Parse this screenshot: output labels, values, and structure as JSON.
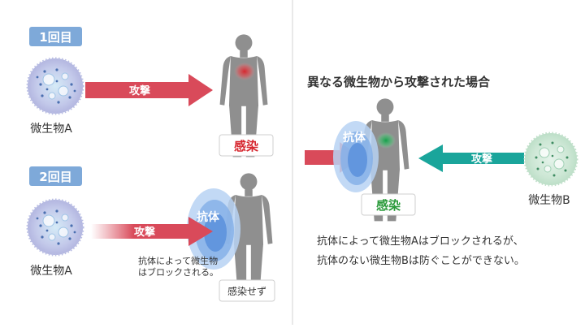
{
  "first": {
    "badge": "1回目",
    "attack": "攻撃",
    "microbe": "微生物A",
    "result": "感染"
  },
  "second": {
    "badge": "2回目",
    "attack": "攻撃",
    "antibody": "抗体",
    "microbe": "微生物A",
    "note_line1": "抗体によって微生物",
    "note_line2": "はブロックされる。",
    "result": "感染せず"
  },
  "right": {
    "title": "異なる微生物から攻撃された場合",
    "antibody": "抗体",
    "attack": "攻撃",
    "result": "感染",
    "microbe": "微生物B",
    "summary_line1": "抗体によって微生物Aはブロックされるが、",
    "summary_line2": "抗体のない微生物Bは防ぐことができない。"
  },
  "colors": {
    "badge": "#7ea9d9",
    "arrow_red": "#d94a5a",
    "arrow_teal": "#1aa59b",
    "body_gray": "#8f8f8f",
    "infect_red": "#d6262e",
    "infect_green": "#2a9a3a",
    "microbe_a": "#b9c0e4",
    "microbe_b": "#cde7d2",
    "antibody_blue": "#7aa8e4"
  }
}
